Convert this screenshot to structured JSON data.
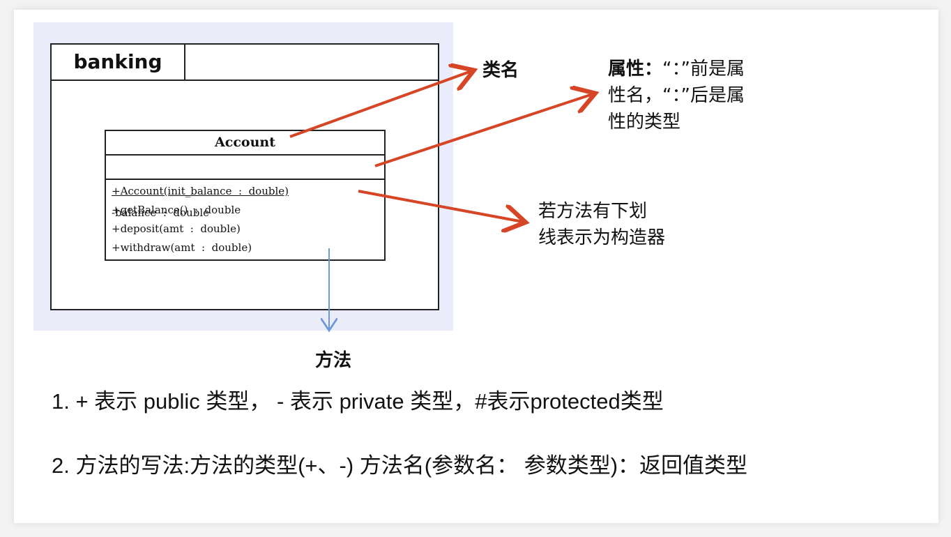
{
  "package": {
    "name": "banking"
  },
  "class": {
    "name": "Account",
    "attributes": [
      "-balance  :  double"
    ],
    "methods": [
      "+Account(init_balance  :  double)",
      "+getBalance()  :  double",
      "+deposit(amt  :  double)",
      "+withdraw(amt  :  double)"
    ]
  },
  "annotations": {
    "class_name_label": "类名",
    "attribute_label_strong": "属性：",
    "attribute_label_rest_1": "“：”前是属",
    "attribute_label_line2": "性名，“：”后是属",
    "attribute_label_line3": "性的类型",
    "constructor_label_line1": "若方法有下划",
    "constructor_label_line2": "线表示为构造器",
    "method_label": "方法"
  },
  "notes": [
    "1. + 表示 public 类型，  - 表示 private 类型，#表示protected类型",
    "2. 方法的写法:方法的类型(+、-)  方法名(参数名：  参数类型)：返回值类型"
  ],
  "colors": {
    "arrow_red": "#d64525",
    "arrow_blue": "#6d9ad6",
    "diagram_bg": "#eaedf9"
  }
}
